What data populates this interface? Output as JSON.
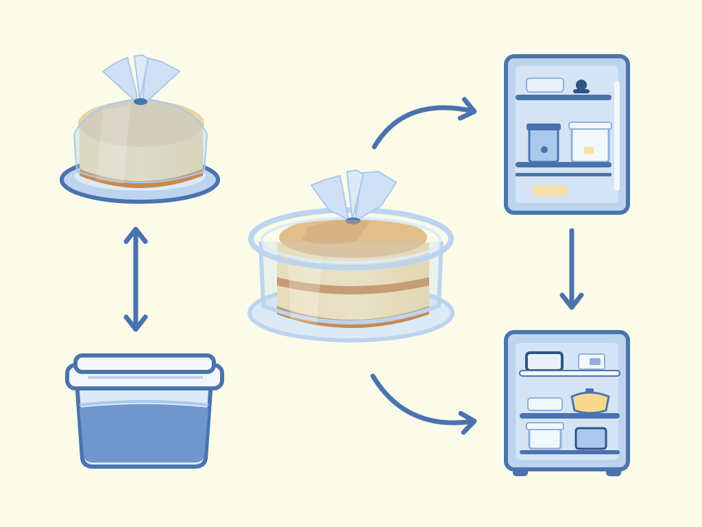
{
  "colors": {
    "background": "#FBFBEA",
    "accent_blue": "#4A73AE",
    "light_blue": "#BCD4EE",
    "pale_blue": "#DCEAF7",
    "cake_cream": "#F7DFA5",
    "cake_crust": "#C98A4E",
    "wrap": "#A9C8EC"
  },
  "nodes": [
    {
      "id": "wrapped-cake",
      "icon": "wrapped-cake-on-plate-icon"
    },
    {
      "id": "storage-container",
      "icon": "plastic-storage-container-icon"
    },
    {
      "id": "covered-cake",
      "icon": "cake-under-dome-cover-icon"
    },
    {
      "id": "freezer",
      "icon": "freezer-icon"
    },
    {
      "id": "refrigerator",
      "icon": "refrigerator-icon"
    }
  ],
  "arrows": [
    {
      "from": "wrapped-cake",
      "to": "storage-container",
      "style": "double-headed"
    },
    {
      "from": "covered-cake",
      "to": "freezer",
      "style": "curved"
    },
    {
      "from": "freezer",
      "to": "refrigerator",
      "style": "straight"
    },
    {
      "from": "covered-cake",
      "to": "refrigerator",
      "style": "curved"
    }
  ]
}
